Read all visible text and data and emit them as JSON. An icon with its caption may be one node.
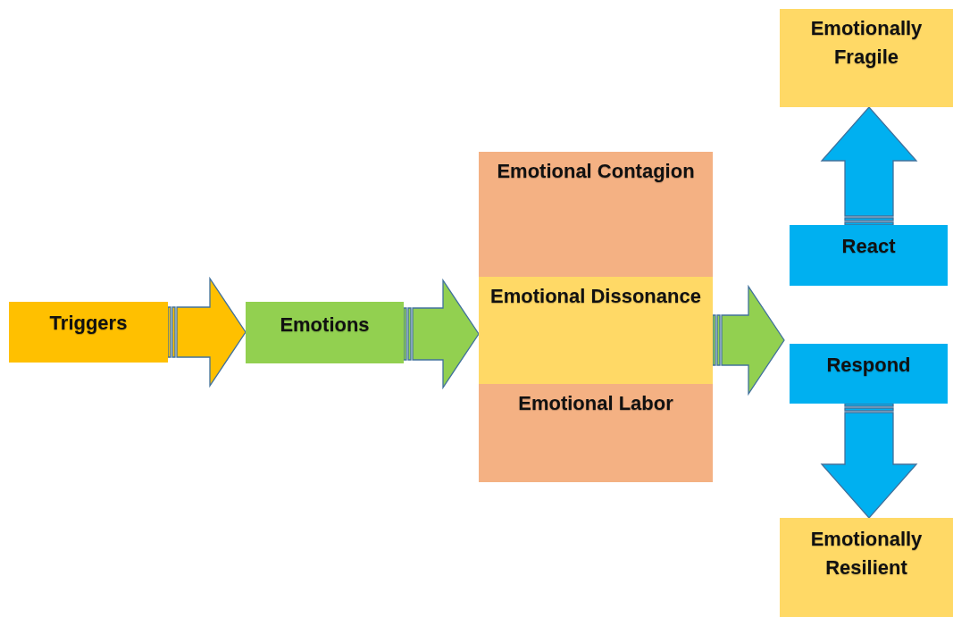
{
  "diagram": {
    "nodes": [
      {
        "text": [
          "Triggers"
        ]
      },
      {
        "text": [
          "Emotions"
        ]
      },
      {
        "text": [
          "Emotional Contagion"
        ]
      },
      {
        "text": [
          "Emotional Dissonance"
        ]
      },
      {
        "text": [
          "Emotional Labor"
        ]
      },
      {
        "text": [
          "Emotionally Fragile"
        ]
      },
      {
        "text": [
          "React"
        ]
      },
      {
        "text": [
          "Respond"
        ]
      },
      {
        "text": [
          "Emotionally Resilient"
        ]
      }
    ],
    "edges": [
      {
        "from": 0,
        "to": 1,
        "arrow": "to",
        "color": "#ffc000"
      },
      {
        "from": 1,
        "to": 3,
        "arrow": "to",
        "color": "#92d050"
      },
      {
        "from": 3,
        "to": null,
        "arrow": "to",
        "color": "#92d050"
      },
      {
        "from": 6,
        "to": 5,
        "arrow": "to",
        "color": "#00b0f0"
      },
      {
        "from": 7,
        "to": 8,
        "arrow": "to",
        "color": "#00b0f0"
      }
    ]
  }
}
